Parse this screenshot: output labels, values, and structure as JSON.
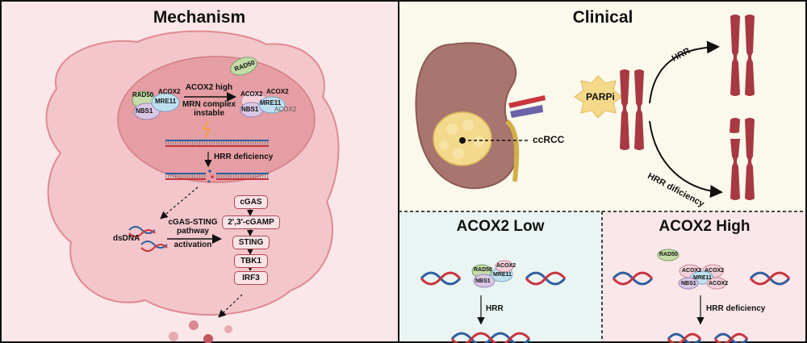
{
  "panels": {
    "mechanism": {
      "title": "Mechanism",
      "complex_left": [
        "RAD50",
        "ACOX2",
        "MRE11",
        "NBS1"
      ],
      "complex_right": [
        "RAD50",
        "ACOX2",
        "ACOX2",
        "MRE11",
        "NBS1",
        "ACOX2"
      ],
      "arrow_label": [
        "ACOX2 high",
        "MRN complex",
        "instable"
      ],
      "hrr_deficiency": "HRR deficiency",
      "dsdna": "dsDNA",
      "pathway_label": [
        "cGAS-STING",
        "pathway",
        "activation"
      ],
      "cascade": [
        "cGAS",
        "2′,3′-cGAMP",
        "STING",
        "TBK1",
        "IRF3"
      ]
    },
    "clinical": {
      "title": "Clinical",
      "parpi": "PARPi",
      "ccrcc": "ccRCC",
      "hrr": "HRR",
      "hrr_deficiency": "HRR dificiency"
    },
    "low": {
      "title": "ACOX2 Low",
      "complex": [
        "RAD50",
        "ACOX2",
        "MRE11",
        "NBS1"
      ],
      "hrr": "HRR"
    },
    "high": {
      "title": "ACOX2 High",
      "rad50": "RAD50",
      "complex": [
        "ACOX2",
        "ACOX2",
        "MRE11",
        "NBS1",
        "ACOX2"
      ],
      "hrr_deficiency": "HRR deficiency"
    }
  },
  "colors": {
    "mechanism_bg": "#fbe7e9",
    "clinical_bg": "#fbf9ec",
    "low_bg": "#e9f4f3",
    "high_bg": "#fbe7e9",
    "cell": "#f2c6cb",
    "nucleus": "#e59ea3",
    "dna_blue": "#2f5f9e",
    "dna_red": "#c8363d",
    "chromosome": "#a83842",
    "parpi_star": "#f5d98b"
  }
}
